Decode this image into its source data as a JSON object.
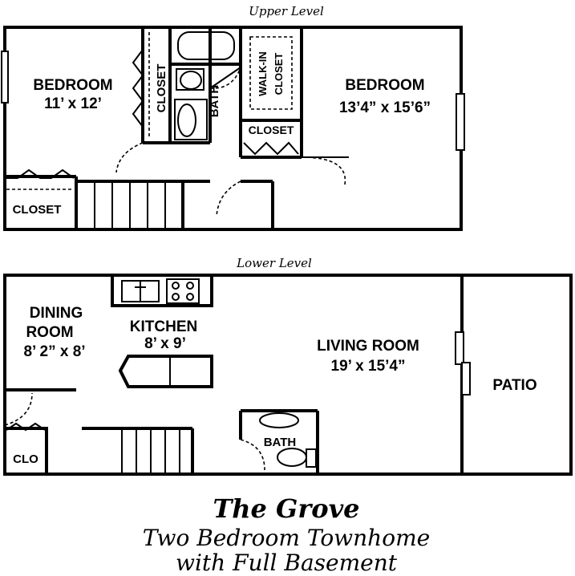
{
  "levels": {
    "upper": {
      "title": "Upper Level",
      "rooms": {
        "bedroom_left_name": "BEDROOM",
        "bedroom_left_size": "11’ x 12’",
        "bedroom_right_name": "BEDROOM",
        "bedroom_right_size": "13’4” x 15’6”",
        "closet_vertical": "CLOSET",
        "bath": "BATH",
        "walkin_line1": "WALK-IN",
        "walkin_line2": "CLOSET",
        "closet_small": "CLOSET",
        "closet_stair": "CLOSET"
      }
    },
    "lower": {
      "title": "Lower Level",
      "rooms": {
        "dining_line1": "DINING",
        "dining_line2": "ROOM",
        "dining_size": "8’ 2” x 8’",
        "kitchen_name": "KITCHEN",
        "kitchen_size": "8’ x 9’",
        "living_name": "LIVING ROOM",
        "living_size": "19’ x 15’4”",
        "patio": "PATIO",
        "bath": "BATH",
        "clo": "CLO"
      }
    }
  },
  "caption": {
    "title": "The Grove",
    "line1": "Two Bedroom Townhome",
    "line2": "with Full Basement"
  }
}
